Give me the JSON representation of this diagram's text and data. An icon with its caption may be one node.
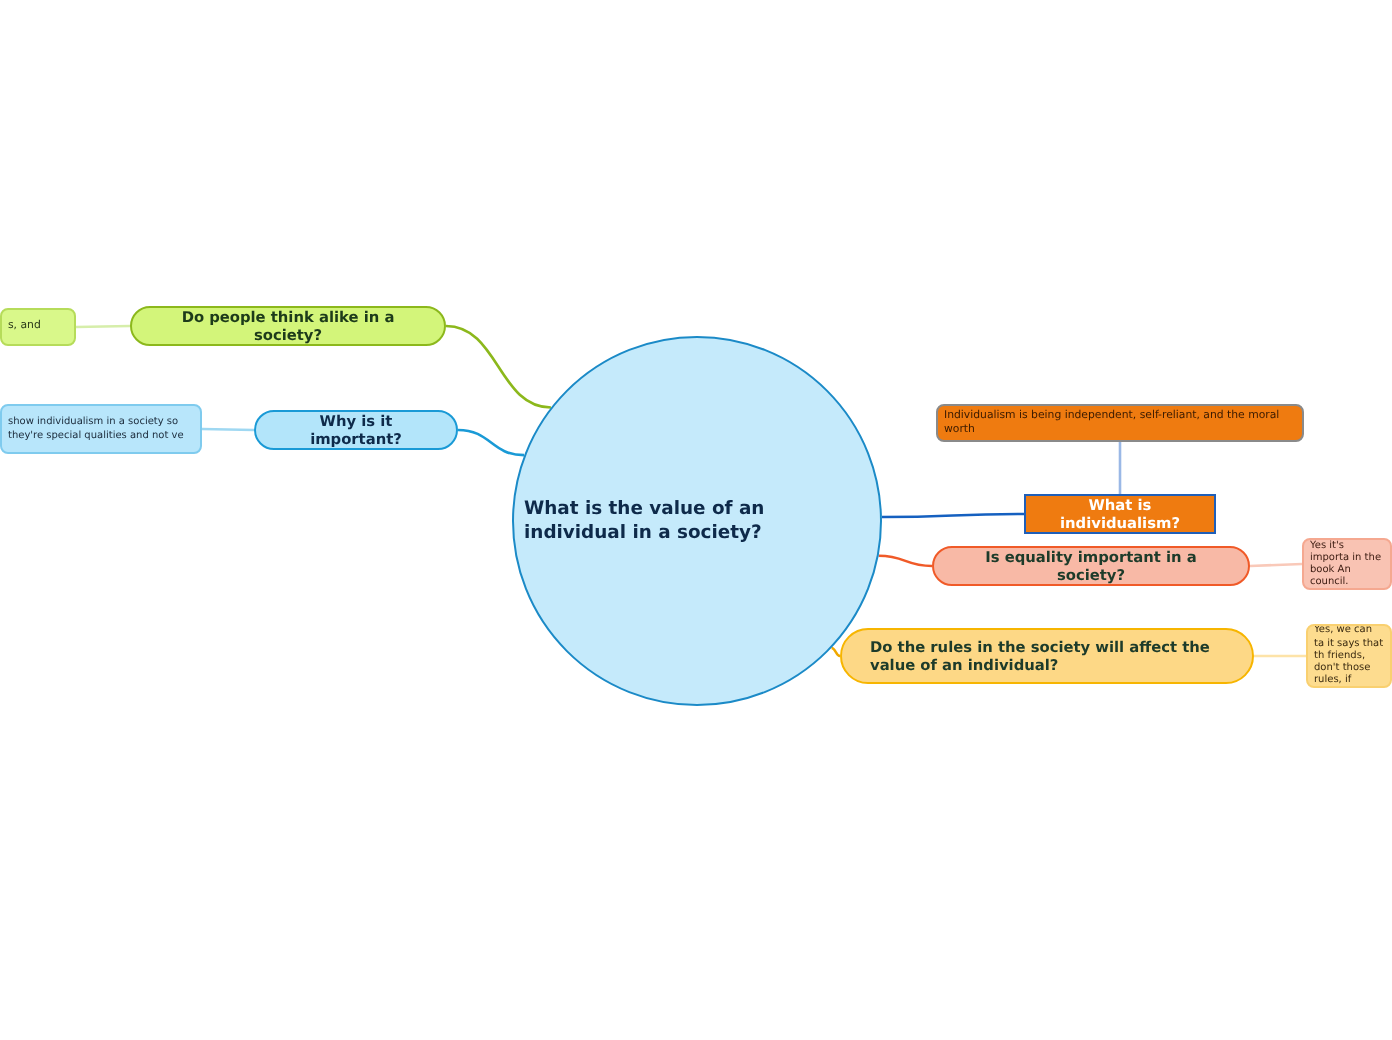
{
  "diagram": {
    "nodes": [
      {
        "text": [
          "What is the value of an individual in a society?"
        ]
      },
      {
        "text": [
          "Do people think alike in a society?"
        ]
      },
      {
        "text": [
          "s, and"
        ]
      },
      {
        "text": [
          "Why is it important?"
        ]
      },
      {
        "text": [
          "show individualism in a society so they're special qualities and not ve"
        ]
      },
      {
        "text": [
          "What is individualism?"
        ]
      },
      {
        "text": [
          "Individualism is being independent, self-reliant, and the moral worth"
        ]
      },
      {
        "text": [
          "Is equality important in a society?"
        ]
      },
      {
        "text": [
          "Yes it's importa in the book An council."
        ]
      },
      {
        "text": [
          "Do the rules in the society will affect the value of an individual?"
        ]
      },
      {
        "text": [
          "Yes, we can ta it says that th friends, don't those rules, if"
        ]
      }
    ],
    "edges": [
      {
        "from": 0,
        "to": 1,
        "arrow": "none",
        "color": "#8cb81c"
      },
      {
        "from": 1,
        "to": 2,
        "arrow": "none",
        "color": "#d6eeaa"
      },
      {
        "from": 0,
        "to": 3,
        "arrow": "none",
        "color": "#1a9ad6"
      },
      {
        "from": 3,
        "to": 4,
        "arrow": "none",
        "color": "#9fd8f2"
      },
      {
        "from": 0,
        "to": 5,
        "arrow": "none",
        "color": "#1560c0"
      },
      {
        "from": 5,
        "to": 6,
        "arrow": "none",
        "color": "#9ab8e6"
      },
      {
        "from": 0,
        "to": 7,
        "arrow": "none",
        "color": "#f05a28"
      },
      {
        "from": 7,
        "to": 8,
        "arrow": "none",
        "color": "#f9c9b9"
      },
      {
        "from": 0,
        "to": 9,
        "arrow": "none",
        "color": "#f0a800"
      },
      {
        "from": 9,
        "to": 10,
        "arrow": "none",
        "color": "#fde3a8"
      }
    ]
  }
}
